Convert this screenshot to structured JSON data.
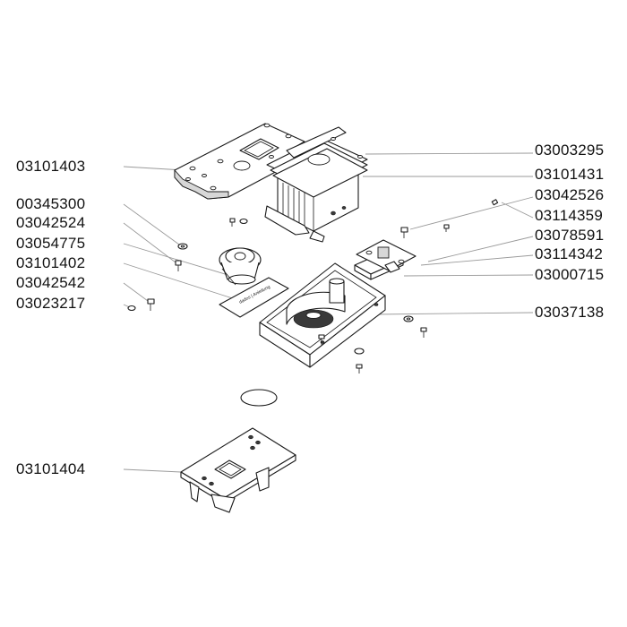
{
  "labels": {
    "l_03101403": "03101403",
    "l_00345300": "00345300",
    "l_03042524": "03042524",
    "l_03054775": "03054775",
    "l_03101402": "03101402",
    "l_03042542": "03042542",
    "l_03023217": "03023217",
    "l_03101404": "03101404",
    "r_03003295": "03003295",
    "r_03101431": "03101431",
    "r_03042526": "03042526",
    "r_03114359": "03114359",
    "r_03078591": "03078591",
    "r_03114342": "03114342",
    "r_03000715": "03000715",
    "r_03037138": "03037138"
  },
  "sticker_text": "dados | Anleitung"
}
